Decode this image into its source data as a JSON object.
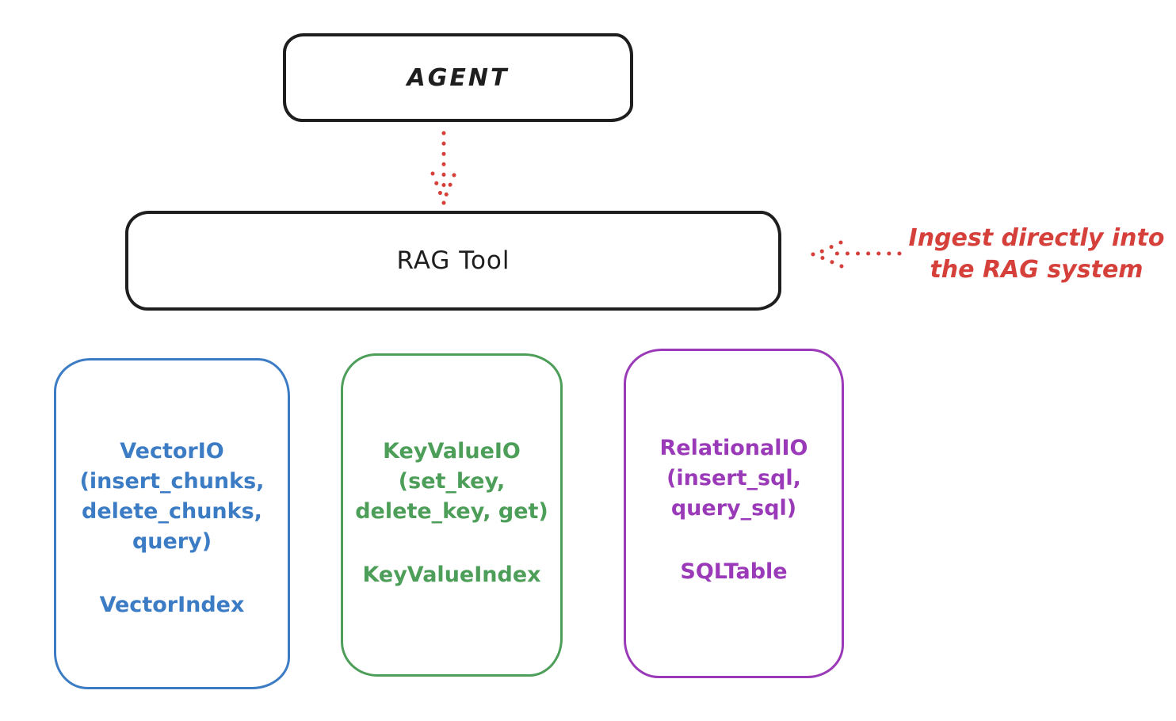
{
  "diagram": {
    "agent": {
      "label": "AGENT"
    },
    "rag_tool": {
      "label": "RAG Tool"
    },
    "annotation": {
      "line1": "Ingest directly into",
      "line2": "the RAG system"
    },
    "modules": [
      {
        "name": "vector-io",
        "color": "#3b7cc4",
        "lines": [
          "VectorIO",
          "(insert_chunks,",
          "delete_chunks,",
          "query)"
        ],
        "index_label": "VectorIndex"
      },
      {
        "name": "keyvalue-io",
        "color": "#4c9e58",
        "lines": [
          "KeyValueIO",
          "(set_key,",
          "delete_key, get)"
        ],
        "index_label": "KeyValueIndex"
      },
      {
        "name": "relational-io",
        "color": "#9b3ab8",
        "lines": [
          "RelationalIO",
          "(insert_sql,",
          "query_sql)"
        ],
        "index_label": "SQLTable"
      }
    ],
    "colors": {
      "ink": "#1e1e1e",
      "arrow_red": "#d6403a"
    }
  }
}
